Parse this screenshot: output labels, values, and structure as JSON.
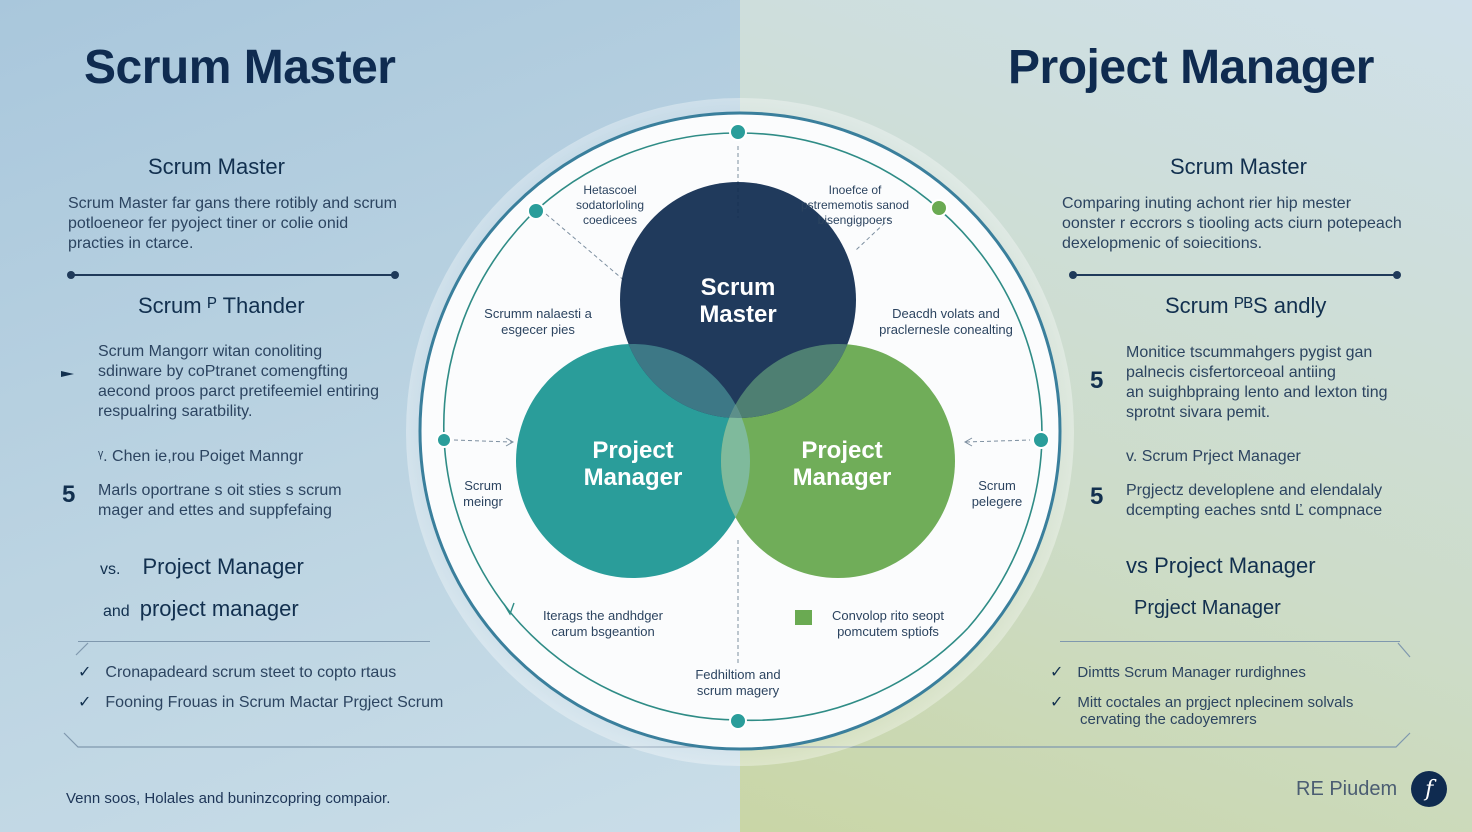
{
  "left": {
    "title": "Scrum Master",
    "section1_head": "Scrum Master",
    "section1_body": [
      "Scrum Master far gans there rotibly and scrum",
      "potloeneor fer pyoject tiner or colie onid",
      "practies in ctarce."
    ],
    "section2_head": "Scrum ᴾ Thander",
    "bullet_body": [
      "Scrum Mangorr witan conoliting",
      "sdinware by coPtranet comengfting",
      "aecond proos parct pretifeemiel entiring",
      "respualring saratbility."
    ],
    "item_a": "Chen ie,rou Poiget Manngr",
    "item_a_prefix": "ᵞ.",
    "num_5": "5",
    "item_b": [
      "Marls oportrane s oit sties s scrum",
      "mager and ettes and suppfefaing"
    ],
    "vs_prefix": "vs.",
    "vs_text": "Project Manager",
    "and_prefix": "and",
    "and_text": "project manager",
    "checks": [
      "Cronapadeard scrum steet to copto rtaus",
      "Fooning Frouas in Scrum Mactar Prgject Scrum"
    ]
  },
  "right": {
    "title": "Project Manager",
    "section1_head": "Scrum Master",
    "section1_body": [
      "Comparing inuting achont rier hip mester",
      "oonster r eccrors s tiooling acts ciurn potepeach",
      "dexelopmenic of soiecitions."
    ],
    "section2_head": "Scrum ᴾᴮS andly",
    "num_5": "5",
    "body_a": [
      "Monitice tscummahgers pygist gan",
      "palnecis cisfertorceoal antiing",
      "an suighbpraing lento and lexton ting",
      "sprotnt sivara pemit."
    ],
    "item_vs": "v. Scrum Prject Manager",
    "num_5b": "5",
    "body_b": [
      "Prgjectz developlene and elendalaly",
      "dcempting eaches sntd Ľ compnace"
    ],
    "vs_text": "vs Project Manager",
    "pm_text": "Prgject Manager",
    "checks": [
      "Dimtts Scrum Manager rurdighnes",
      "Mitt coctales an prgject nplecinem solvals"
    ],
    "checks_cont": "cervating the cadoyemrers"
  },
  "diagram": {
    "circle_top": "Scrum\nMaster",
    "circle_left": "Project\nManager",
    "circle_right": "Project\nManager",
    "ann_top_left": [
      "Hetascoel",
      "sodatorloling",
      "coedicees"
    ],
    "ann_top_right": [
      "Inoefce of",
      "pstrememotis sanod",
      "bisengigpoers"
    ],
    "ann_mid_left": [
      "Scrumm nalaesti a",
      "esgecer pies"
    ],
    "ann_mid_right": [
      "Deacdh volats and",
      "praclernesle conealting"
    ],
    "ann_side_left": [
      "Scrum",
      "meingr"
    ],
    "ann_side_right": [
      "Scrum",
      "pelegere"
    ],
    "ann_bottom_left": [
      "Iterags the andhdger",
      "carum bsgeantion"
    ],
    "ann_bottom_right": [
      "Convolop rito seopt",
      "pomcutem sptiofs"
    ],
    "ann_bottom": [
      "Fedhiltiom and",
      "scrum magery"
    ],
    "colors": {
      "navy": "#0f2b50",
      "teal": "#2a9d9a",
      "green": "#6aaa52",
      "ring": "#2f8c86"
    }
  },
  "footer": {
    "left_text": "Venn soos, Holales and buninzcopring compaior.",
    "brand_text": "RE Piudem",
    "logo_glyph": "f"
  }
}
